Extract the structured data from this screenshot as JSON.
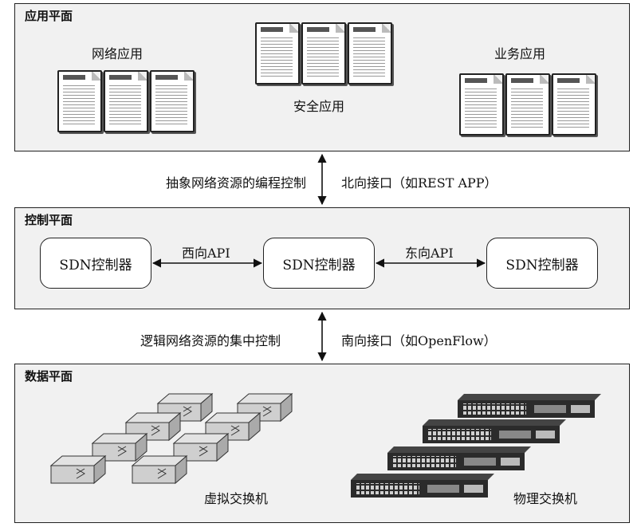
{
  "application_plane": {
    "title": "应用平面",
    "network_apps": "网络应用",
    "security_apps": "安全应用",
    "business_apps": "业务应用"
  },
  "northbound": {
    "left_label": "抽象网络资源的编程控制",
    "right_label": "北向接口（如REST APP）"
  },
  "control_plane": {
    "title": "控制平面",
    "controllers": [
      "SDN控制器",
      "SDN控制器",
      "SDN控制器"
    ],
    "west_label": "西向API",
    "east_label": "东向API"
  },
  "southbound": {
    "left_label": "逻辑网络资源的集中控制",
    "right_label": "南向接口（如OpenFlow）"
  },
  "data_plane": {
    "title": "数据平面",
    "virtual_switches": "虚拟交换机",
    "physical_switches": "物理交换机"
  },
  "colors": {
    "panel": "#f1f1f1",
    "border": "#222222",
    "switch_top": "#d9d9d9",
    "switch_dark": "#2b2b2b"
  }
}
